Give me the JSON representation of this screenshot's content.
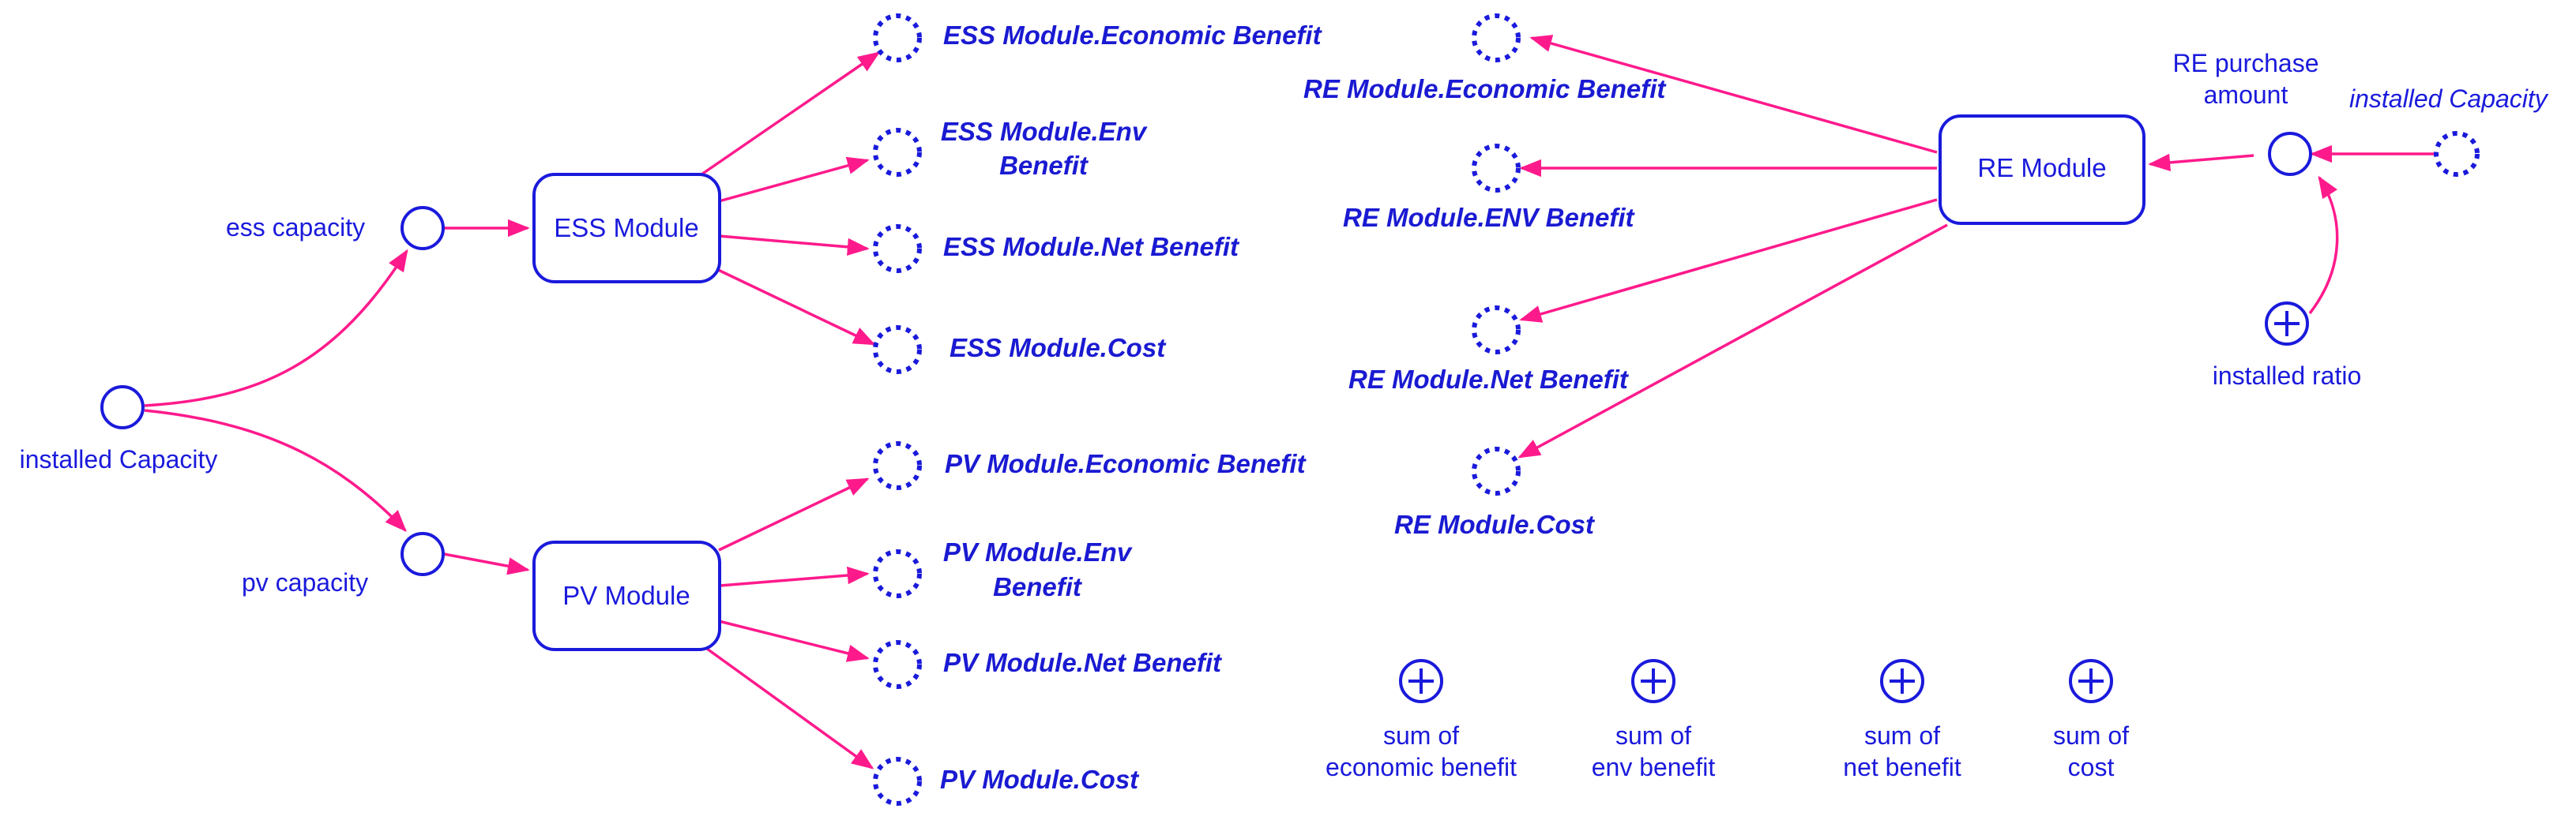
{
  "diagram": {
    "colors": {
      "node": "#1a1adc",
      "arrow": "#ff1a8c",
      "background": "#ffffff"
    },
    "inputs": {
      "installed_capacity": "installed Capacity",
      "ess_capacity": "ess capacity",
      "pv_capacity": "pv capacity",
      "re_installed_capacity": "installed Capacity",
      "re_purchase_amount_line1": "RE purchase",
      "re_purchase_amount_line2": "amount",
      "installed_ratio": "installed ratio"
    },
    "modules": {
      "ess": "ESS Module",
      "pv": "PV Module",
      "re": "RE Module"
    },
    "ess_outputs": {
      "economic": "ESS Module.Economic Benefit",
      "env_line1": "ESS Module.Env",
      "env_line2": "Benefit",
      "net": "ESS Module.Net Benefit",
      "cost": "ESS Module.Cost"
    },
    "pv_outputs": {
      "economic": "PV Module.Economic Benefit",
      "env_line1": "PV Module.Env",
      "env_line2": "Benefit",
      "net": "PV Module.Net Benefit",
      "cost": "PV Module.Cost"
    },
    "re_outputs": {
      "economic": "RE Module.Economic Benefit",
      "env": "RE Module.ENV Benefit",
      "net": "RE Module.Net Benefit",
      "cost": "RE Module.Cost"
    },
    "sums": {
      "economic_line1": "sum of",
      "economic_line2": "economic benefit",
      "env_line1": "sum of",
      "env_line2": "env benefit",
      "net_line1": "sum of",
      "net_line2": "net benefit",
      "cost_line1": "sum of",
      "cost_line2": "cost"
    }
  }
}
